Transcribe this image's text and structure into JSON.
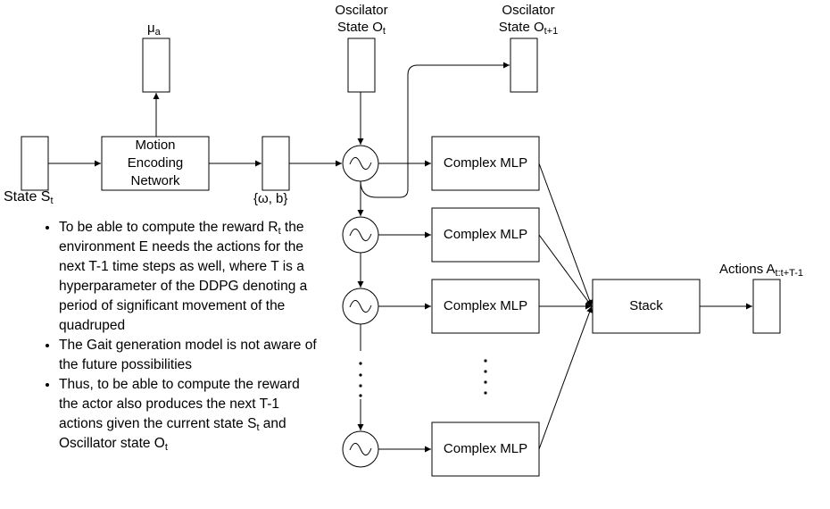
{
  "labels": {
    "state_main": "State S",
    "state_sub": "t",
    "mu_main": "μ",
    "mu_sub": "a",
    "motion_line1": "Motion",
    "motion_line2": "Encoding",
    "motion_line3": "Network",
    "omega_b": "{ω, b}",
    "osc_t_line1": "Oscilator",
    "osc_t_line2": "State O",
    "osc_t_sub": "t",
    "osc_t1_line1": "Oscilator",
    "osc_t1_line2": "State O",
    "osc_t1_sub": "t+1",
    "complex_mlp_1": "Complex MLP",
    "complex_mlp_2": "Complex MLP",
    "complex_mlp_3": "Complex MLP",
    "complex_mlp_4": "Complex MLP",
    "stack": "Stack",
    "actions_main": "Actions A",
    "actions_sub": "t:t+T-1"
  },
  "notes": {
    "b1_part1": "To be able to compute the reward R",
    "b1_sub": "t",
    "b1_part2": " the environment E needs the actions for the next T-1 time steps as well, where T is a hyperparameter of the DDPG denoting a period of significant movement of the quadruped",
    "b2": "The Gait generation model is not aware of the future possibilities",
    "b3_part1": "Thus, to be able to compute the reward the actor also produces the next T-1 actions given the current state S",
    "b3_sub1": "t",
    "b3_part2": " and Oscillator state O",
    "b3_sub2": "t"
  },
  "icons": [
    "arrow-head",
    "sine-wave-icon",
    "vertical-ellipsis"
  ]
}
